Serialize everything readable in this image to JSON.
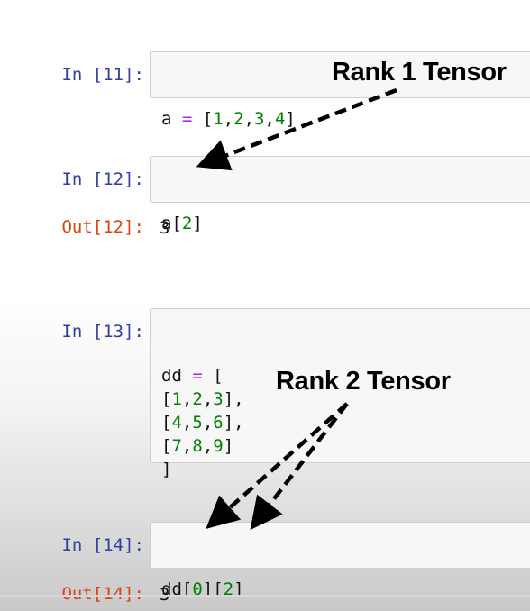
{
  "cells": [
    {
      "in_prompt": "In [11]:",
      "code_lines": [
        [
          {
            "t": "a ",
            "k": "tx"
          },
          {
            "t": "=",
            "k": "op"
          },
          {
            "t": " [",
            "k": "tx"
          },
          {
            "t": "1",
            "k": "num"
          },
          {
            "t": ",",
            "k": "tx"
          },
          {
            "t": "2",
            "k": "num"
          },
          {
            "t": ",",
            "k": "tx"
          },
          {
            "t": "3",
            "k": "num"
          },
          {
            "t": ",",
            "k": "tx"
          },
          {
            "t": "4",
            "k": "num"
          },
          {
            "t": "]",
            "k": "tx"
          }
        ]
      ]
    },
    {
      "in_prompt": "In [12]:",
      "code_lines": [
        [
          {
            "t": "a[",
            "k": "tx"
          },
          {
            "t": "2",
            "k": "num"
          },
          {
            "t": "]",
            "k": "tx"
          }
        ]
      ],
      "out_prompt": "Out[12]:",
      "output": "3"
    },
    {
      "in_prompt": "In [13]:",
      "code_lines": [
        [
          {
            "t": "dd ",
            "k": "tx"
          },
          {
            "t": "=",
            "k": "op"
          },
          {
            "t": " [",
            "k": "tx"
          }
        ],
        [
          {
            "t": "[",
            "k": "tx"
          },
          {
            "t": "1",
            "k": "num"
          },
          {
            "t": ",",
            "k": "tx"
          },
          {
            "t": "2",
            "k": "num"
          },
          {
            "t": ",",
            "k": "tx"
          },
          {
            "t": "3",
            "k": "num"
          },
          {
            "t": "],",
            "k": "tx"
          }
        ],
        [
          {
            "t": "[",
            "k": "tx"
          },
          {
            "t": "4",
            "k": "num"
          },
          {
            "t": ",",
            "k": "tx"
          },
          {
            "t": "5",
            "k": "num"
          },
          {
            "t": ",",
            "k": "tx"
          },
          {
            "t": "6",
            "k": "num"
          },
          {
            "t": "],",
            "k": "tx"
          }
        ],
        [
          {
            "t": "[",
            "k": "tx"
          },
          {
            "t": "7",
            "k": "num"
          },
          {
            "t": ",",
            "k": "tx"
          },
          {
            "t": "8",
            "k": "num"
          },
          {
            "t": ",",
            "k": "tx"
          },
          {
            "t": "9",
            "k": "num"
          },
          {
            "t": "]",
            "k": "tx"
          }
        ],
        [
          {
            "t": "]",
            "k": "tx"
          }
        ]
      ]
    },
    {
      "in_prompt": "In [14]:",
      "code_lines": [
        [
          {
            "t": "dd[",
            "k": "tx"
          },
          {
            "t": "0",
            "k": "num"
          },
          {
            "t": "][",
            "k": "tx"
          },
          {
            "t": "2",
            "k": "num"
          },
          {
            "t": "]",
            "k": "tx"
          }
        ]
      ],
      "out_prompt": "Out[14]:",
      "output": "3"
    }
  ],
  "annotations": {
    "rank1": "Rank 1 Tensor",
    "rank2": "Rank 2 Tensor"
  },
  "colors": {
    "in_prompt": "#303f9f",
    "out_prompt": "#d84315",
    "number": "#008000",
    "operator": "#aa22ff"
  }
}
